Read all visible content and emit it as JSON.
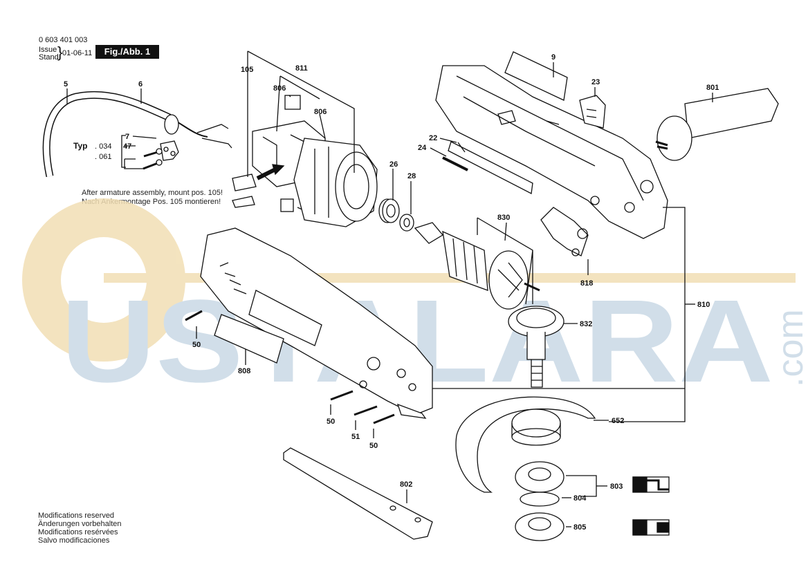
{
  "header": {
    "part_number": "0 603 401 003",
    "issue_label": "Issue",
    "stand_label": "Stand",
    "date": "01-06-11",
    "figure": "Fig./Abb. 1"
  },
  "typ": {
    "label": "Typ",
    "variant_1": ". 034",
    "variant_2": ". 061"
  },
  "assembly_note": {
    "en": "After armature assembly, mount pos. 105!",
    "de_prefix": "Nach Ankermontage",
    "de_suffix": "Pos. 105 montieren!"
  },
  "part_labels": {
    "p5": "5",
    "p6": "6",
    "p7": "7",
    "p47": "47",
    "p105": "105",
    "p811": "811",
    "p806a": "806",
    "p806b": "806",
    "p26": "26",
    "p28": "28",
    "p9": "9",
    "p23": "23",
    "p801": "801",
    "p22": "22",
    "p24": "24",
    "p830": "830",
    "p818": "818",
    "p810": "810",
    "p832": "832",
    "p50a": "50",
    "p808": "808",
    "p50b": "50",
    "p51": "51",
    "p50c": "50",
    "p652": "652",
    "p802": "802",
    "p803": "803",
    "p804": "804",
    "p805": "805"
  },
  "footer": {
    "line1": "Modifications reserved",
    "line2": "Änderungen vorbehalten",
    "line3": "Modifications resérvées",
    "line4": "Salvo modificaciones"
  },
  "watermark": {
    "text": "USTALARA",
    "suffix": ".com"
  },
  "colors": {
    "line": "#111111",
    "watermark_blue": "#c9d9e6",
    "watermark_orange": "#f2dfb4"
  }
}
